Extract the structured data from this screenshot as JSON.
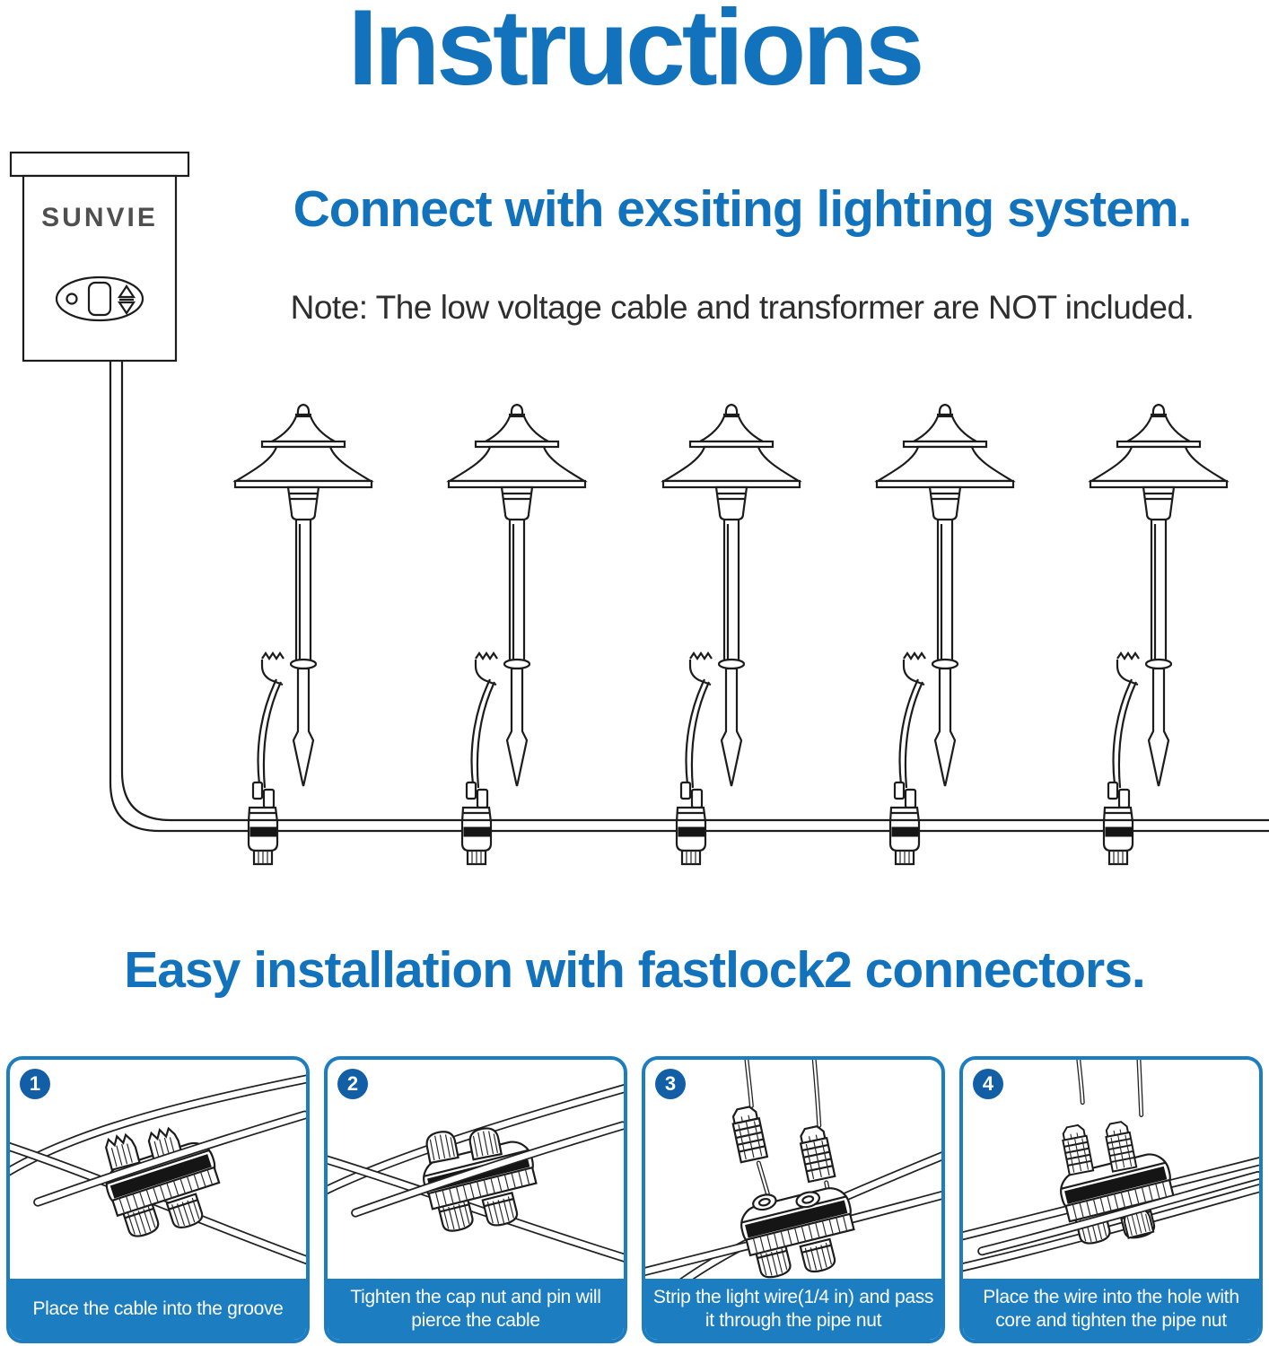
{
  "title": "Instructions",
  "transformer": {
    "label": "SUNVIE"
  },
  "section_connect": {
    "heading": "Connect with exsiting lighting system.",
    "note": "Note: The low voltage cable and transformer are NOT included."
  },
  "section_install": {
    "heading": "Easy installation with fastlock2 connectors."
  },
  "diagram": {
    "light_count": 5,
    "light_positions": [
      338,
      576,
      815,
      1053,
      1291
    ]
  },
  "steps": [
    {
      "number": "1",
      "caption": "Place the cable into the groove"
    },
    {
      "number": "2",
      "caption": "Tighten the cap nut and pin will pierce the cable"
    },
    {
      "number": "3",
      "caption": "Strip the light wire(1/4 in) and pass it through the pipe nut"
    },
    {
      "number": "4",
      "caption": "Place the wire into the hole with core and tighten the pipe nut"
    }
  ],
  "colors": {
    "heading_blue": "#1273bc",
    "panel_blue": "#1c7dc1",
    "badge_blue": "#135fa5",
    "ink": "#1c1c1c"
  }
}
